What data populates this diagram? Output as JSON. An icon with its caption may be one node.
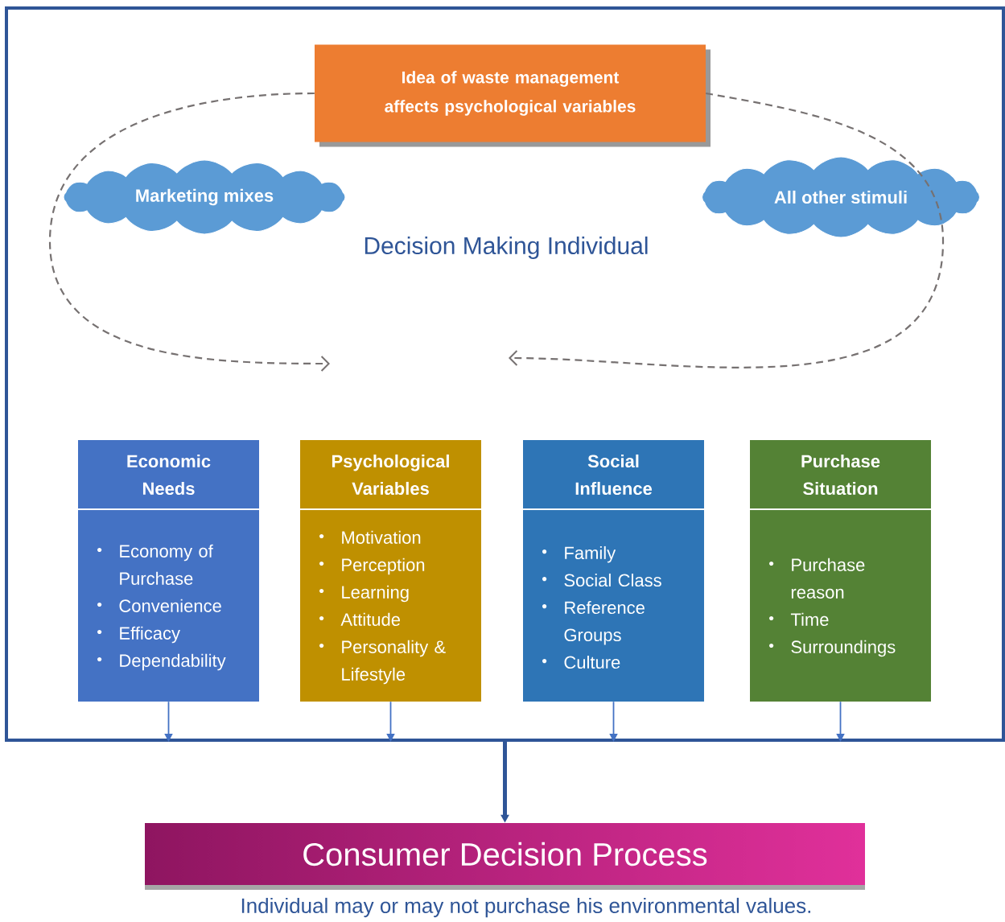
{
  "diagram": {
    "nodes": [
      {
        "text": [
          "Decision Making Individual"
        ]
      },
      {
        "text": [
          "Idea of waste management affects psychological variables"
        ],
        "in": 0
      },
      {
        "text": [
          "Marketing mixes"
        ],
        "in": 0
      },
      {
        "text": [
          "All other stimuli"
        ],
        "in": 0
      },
      {
        "text": [
          "Economic Needs",
          "Economy of Purchase",
          "Convenience",
          "Efficacy",
          "Dependability"
        ],
        "in": 0
      },
      {
        "text": [
          "Psychological Variables",
          "Motivation",
          "Perception",
          "Learning",
          "Attitude",
          "Personality & Lifestyle"
        ],
        "in": 0
      },
      {
        "text": [
          "Social Influence",
          "Family",
          "Social Class",
          "Reference Groups",
          "Culture"
        ],
        "in": 0
      },
      {
        "text": [
          "Purchase Situation",
          "Purchase reason",
          "Time",
          "Surroundings"
        ],
        "in": 0
      },
      {
        "text": [
          "Consumer Decision Process"
        ]
      }
    ],
    "edges": [
      {
        "from": 1,
        "to": null,
        "arrow": "to",
        "style": "dashed",
        "color": "#767171"
      },
      {
        "from": 1,
        "to": null,
        "arrow": "to",
        "style": "dashed",
        "color": "#767171"
      },
      {
        "from": 4,
        "to": 0,
        "arrow": "to"
      },
      {
        "from": 5,
        "to": 0,
        "arrow": "to"
      },
      {
        "from": 6,
        "to": 0,
        "arrow": "to"
      },
      {
        "from": 7,
        "to": 0,
        "arrow": "to"
      },
      {
        "from": 0,
        "to": 8,
        "arrow": "to",
        "style": "thick",
        "color": "#2f5597"
      }
    ],
    "caption": "Individual may or may not purchase his environmental values."
  }
}
